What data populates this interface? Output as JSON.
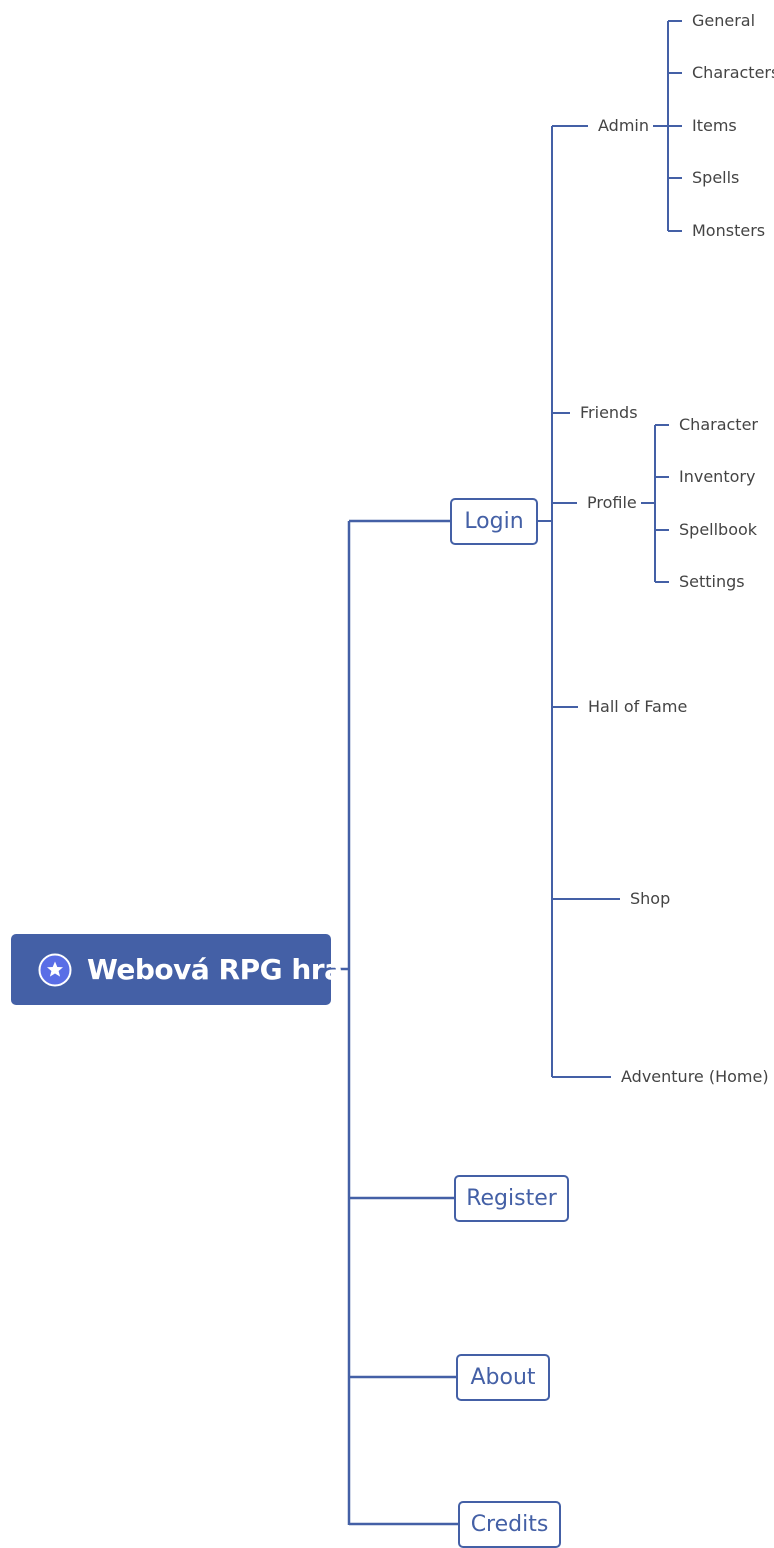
{
  "root": {
    "label": "Webová RPG hra",
    "icon": "star-icon"
  },
  "colors": {
    "line": "#4460a6",
    "root_fill": "#4460a6",
    "root_text": "#ffffff",
    "node_text": "#4460a6",
    "leaf_text": "#444444"
  },
  "branches": {
    "login": "Login",
    "register": "Register",
    "about": "About",
    "credits": "Credits"
  },
  "login_children": {
    "admin": "Admin",
    "friends": "Friends",
    "profile": "Profile",
    "hall_of_fame": "Hall of Fame",
    "shop": "Shop",
    "adventure": "Adventure (Home)"
  },
  "admin_children": [
    "General",
    "Characters",
    "Items",
    "Spells",
    "Monsters"
  ],
  "profile_children": [
    "Character",
    "Inventory",
    "Spellbook",
    "Settings"
  ]
}
